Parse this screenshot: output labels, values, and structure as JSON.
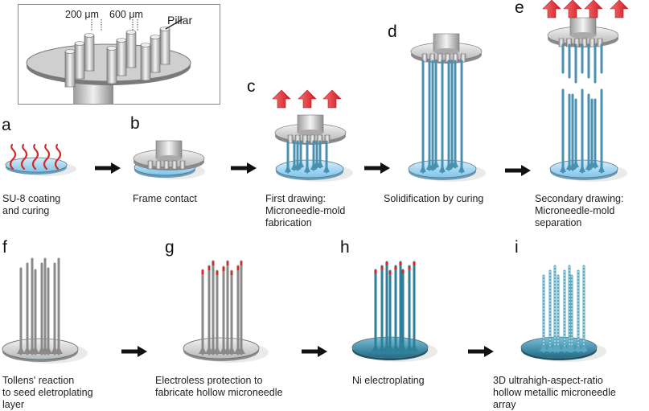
{
  "figure": {
    "inset": {
      "labels": {
        "spacing_1": "200 μm",
        "spacing_2": "600 μm",
        "pillar": "Pillar"
      }
    },
    "panels": [
      {
        "letter": "a",
        "caption": "SU-8 coating\nand curing"
      },
      {
        "letter": "b",
        "caption": "Frame contact"
      },
      {
        "letter": "c",
        "caption": "First drawing:\nMicroneedle-mold\nfabrication"
      },
      {
        "letter": "d",
        "caption": "Solidification by curing"
      },
      {
        "letter": "e",
        "caption": "Secondary drawing:\nMicroneedle-mold\nseparation"
      },
      {
        "letter": "f",
        "caption": "Tollens' reaction\nto seed eletroplating\nlayer"
      },
      {
        "letter": "g",
        "caption": "Electroless protection to\nfabricate hollow microneedle"
      },
      {
        "letter": "h",
        "caption": "Ni electroplating"
      },
      {
        "letter": "i",
        "caption": "3D ultrahigh-aspect-ratio\nhollow metallic microneedle\narray"
      }
    ],
    "colors": {
      "substrate_blue": "#9fd3f0",
      "needle_blue": "#4a90b0",
      "arrow_red": "#e8303a",
      "su8_red": "#d42a2a",
      "metal_gray": "#8a8a8a",
      "plated_teal": "#2f7f9a",
      "flow_arrow": "#111111"
    }
  }
}
